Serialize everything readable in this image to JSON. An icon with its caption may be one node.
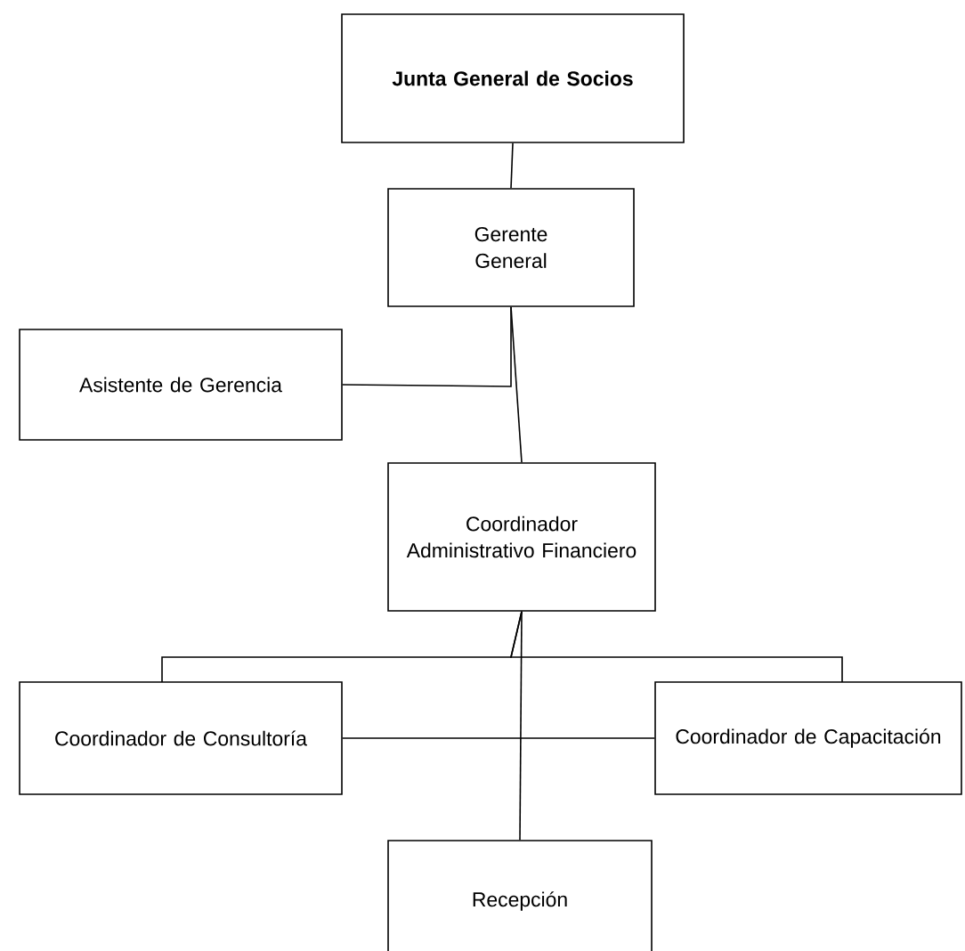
{
  "diagram": {
    "nodes": [
      {
        "text": [
          "Junta General de Socios"
        ]
      },
      {
        "text": [
          "Gerente General"
        ]
      },
      {
        "text": [
          "Asistente de Gerencia"
        ]
      },
      {
        "text": [
          "Coordinador Administrativo Financiero"
        ]
      },
      {
        "text": [
          "Coordinador de Consultoría"
        ]
      },
      {
        "text": [
          "Coordinador de Capacitación"
        ]
      },
      {
        "text": [
          "Recepción"
        ]
      }
    ],
    "edges": [
      {
        "from": 0,
        "to": 1,
        "arrow": "none"
      },
      {
        "from": 1,
        "to": 2,
        "arrow": "none"
      },
      {
        "from": 1,
        "to": 3,
        "arrow": "none"
      },
      {
        "from": 3,
        "to": 4,
        "arrow": "none"
      },
      {
        "from": 3,
        "to": 5,
        "arrow": "none"
      },
      {
        "from": 3,
        "to": 6,
        "arrow": "none"
      },
      {
        "from": 4,
        "to": 5,
        "arrow": "none"
      }
    ]
  }
}
